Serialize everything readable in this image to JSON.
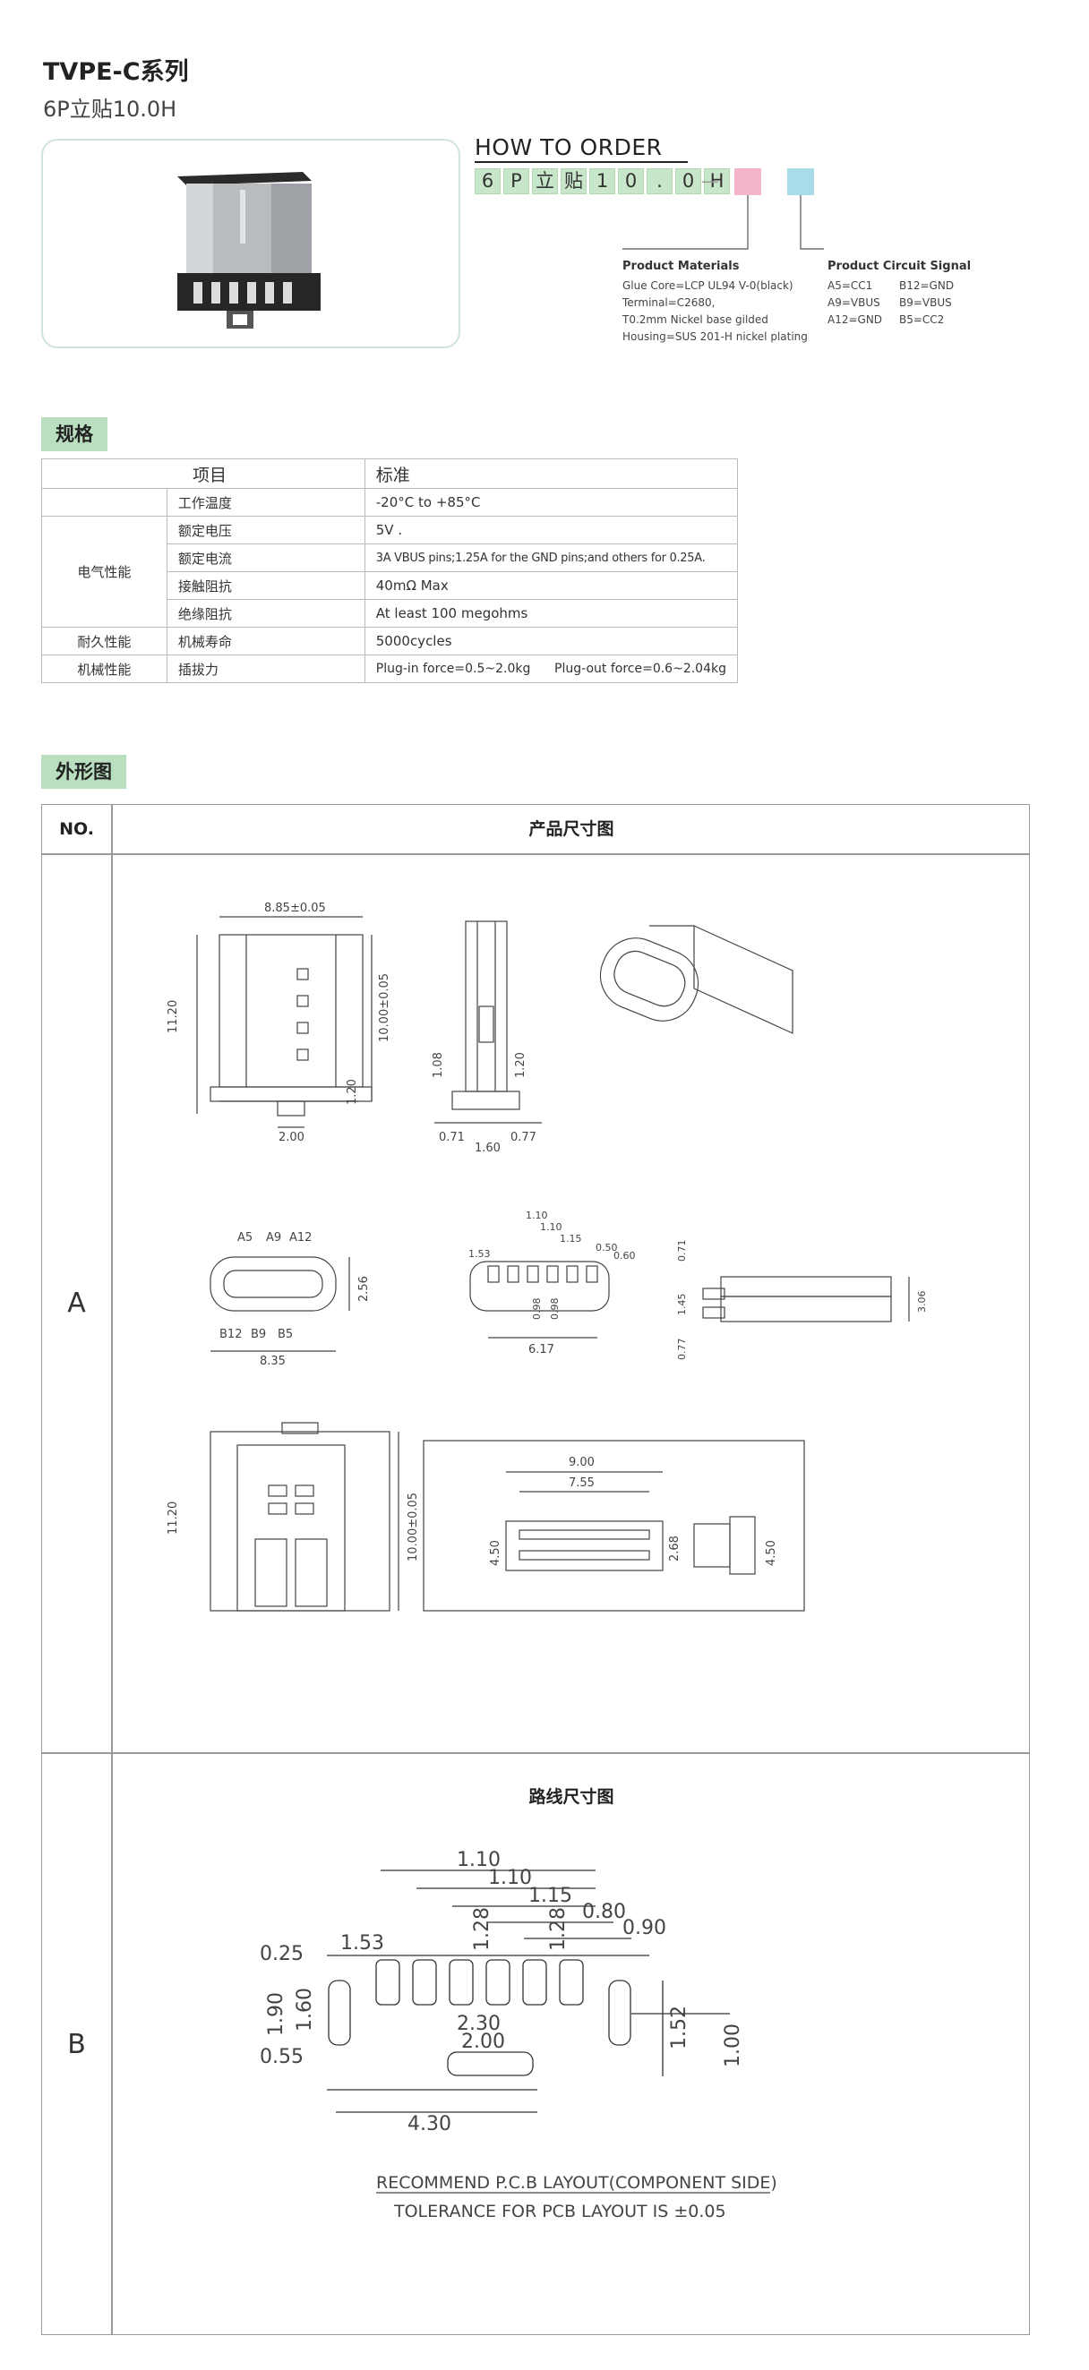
{
  "header": {
    "series_title": "TVPE-C系列",
    "subtitle": "6P立贴10.0H"
  },
  "order": {
    "title": "HOW TO ORDER",
    "code_chars": [
      "6",
      "P",
      "立",
      "贴",
      "1",
      "0",
      ".",
      "0",
      "H"
    ],
    "dash": "—",
    "materials_title": "Product Materials",
    "materials": [
      "Glue Core=LCP UL94 V-0(black)",
      "Terminal=C2680,",
      "T0.2mm Nickel base gilded",
      "Housing=SUS 201-H nickel plating"
    ],
    "circuit_title": "Product Circuit Signal",
    "circuit": [
      [
        "A5=CC1",
        "B12=GND"
      ],
      [
        "A9=VBUS",
        "B9=VBUS"
      ],
      [
        "A12=GND",
        "B5=CC2"
      ]
    ],
    "colors": {
      "pink": "#f4b4c9",
      "cyan": "#a9dbe8",
      "code_bg": "#c8e6c9"
    }
  },
  "spec_section": {
    "tag": "规格",
    "head": [
      "项目",
      "标准"
    ],
    "rows": [
      {
        "group": "",
        "item": "工作温度",
        "value": "-20°C to +85°C"
      },
      {
        "group": "电气性能",
        "item": "额定电压",
        "value": "5V ."
      },
      {
        "group": "",
        "item": "额定电流",
        "value": "3A  VBUS pins;1.25A for the GND pins;and others for 0.25A."
      },
      {
        "group": "",
        "item": "接触阻抗",
        "value": "40mΩ Max"
      },
      {
        "group": "",
        "item": "绝缘阻抗",
        "value": "At least 100 megohms"
      },
      {
        "group": "耐久性能",
        "item": "机械寿命",
        "value": "5000cycles"
      },
      {
        "group": "机械性能",
        "item": "插拔力",
        "value": "Plug-in force=0.5~2.0kg      Plug-out force=0.6~2.04kg"
      }
    ]
  },
  "drawing_section": {
    "tag": "外形图",
    "col_no": "NO.",
    "col_drawing": "产品尺寸图",
    "row_a": "A",
    "row_b": "B",
    "route_title": "路线尺寸图"
  },
  "drawing_a": {
    "front_width": "8.85±0.05",
    "front_height": "11.20",
    "front_height2": "10.00±0.05",
    "front_foot": "1.20",
    "front_tab": "2.00",
    "side_left": "1.08",
    "side_right": "1.20",
    "side_b1": "0.71",
    "side_b2": "1.60",
    "side_b3": "0.77",
    "pins_top": [
      "A5",
      "A9",
      "A12"
    ],
    "pins_bottom": [
      "B12",
      "B9",
      "B5"
    ],
    "mouth_width": "8.35",
    "mouth_height": "2.56",
    "pad_1": "1.10",
    "pad_2": "1.10",
    "pad_3": "1.15",
    "pad_4": "0.50",
    "pad_5": "0.60",
    "pad_6": "1.53",
    "pad_7": "0.98",
    "pad_8": "0.98",
    "pad_width": "6.17",
    "edge_1": "0.71",
    "edge_2": "1.45",
    "edge_3": "0.77",
    "edge_4": "3.06",
    "bottom_height": "11.20",
    "bottom_height2": "10.00±0.05",
    "cut_w1": "9.00",
    "cut_w2": "7.55",
    "cut_h": "4.50",
    "cut_h2": "2.68",
    "cut_h3": "4.50"
  },
  "drawing_b": {
    "d1": "1.10",
    "d2": "1.10",
    "d3": "1.15",
    "d4": "0.80",
    "d5": "0.90",
    "d6": "1.53",
    "d7": "1.28",
    "d8": "1.28",
    "d9": "0.25",
    "d10": "1.90",
    "d11": "1.60",
    "d12": "2.30",
    "d13": "2.00",
    "d14": "0.55",
    "d15": "1.52",
    "d16": "1.00",
    "d17": "4.30",
    "note1": "RECOMMEND P.C.B LAYOUT(COMPONENT SIDE)",
    "note2": "TOLERANCE FOR PCB LAYOUT IS ±0.05"
  }
}
